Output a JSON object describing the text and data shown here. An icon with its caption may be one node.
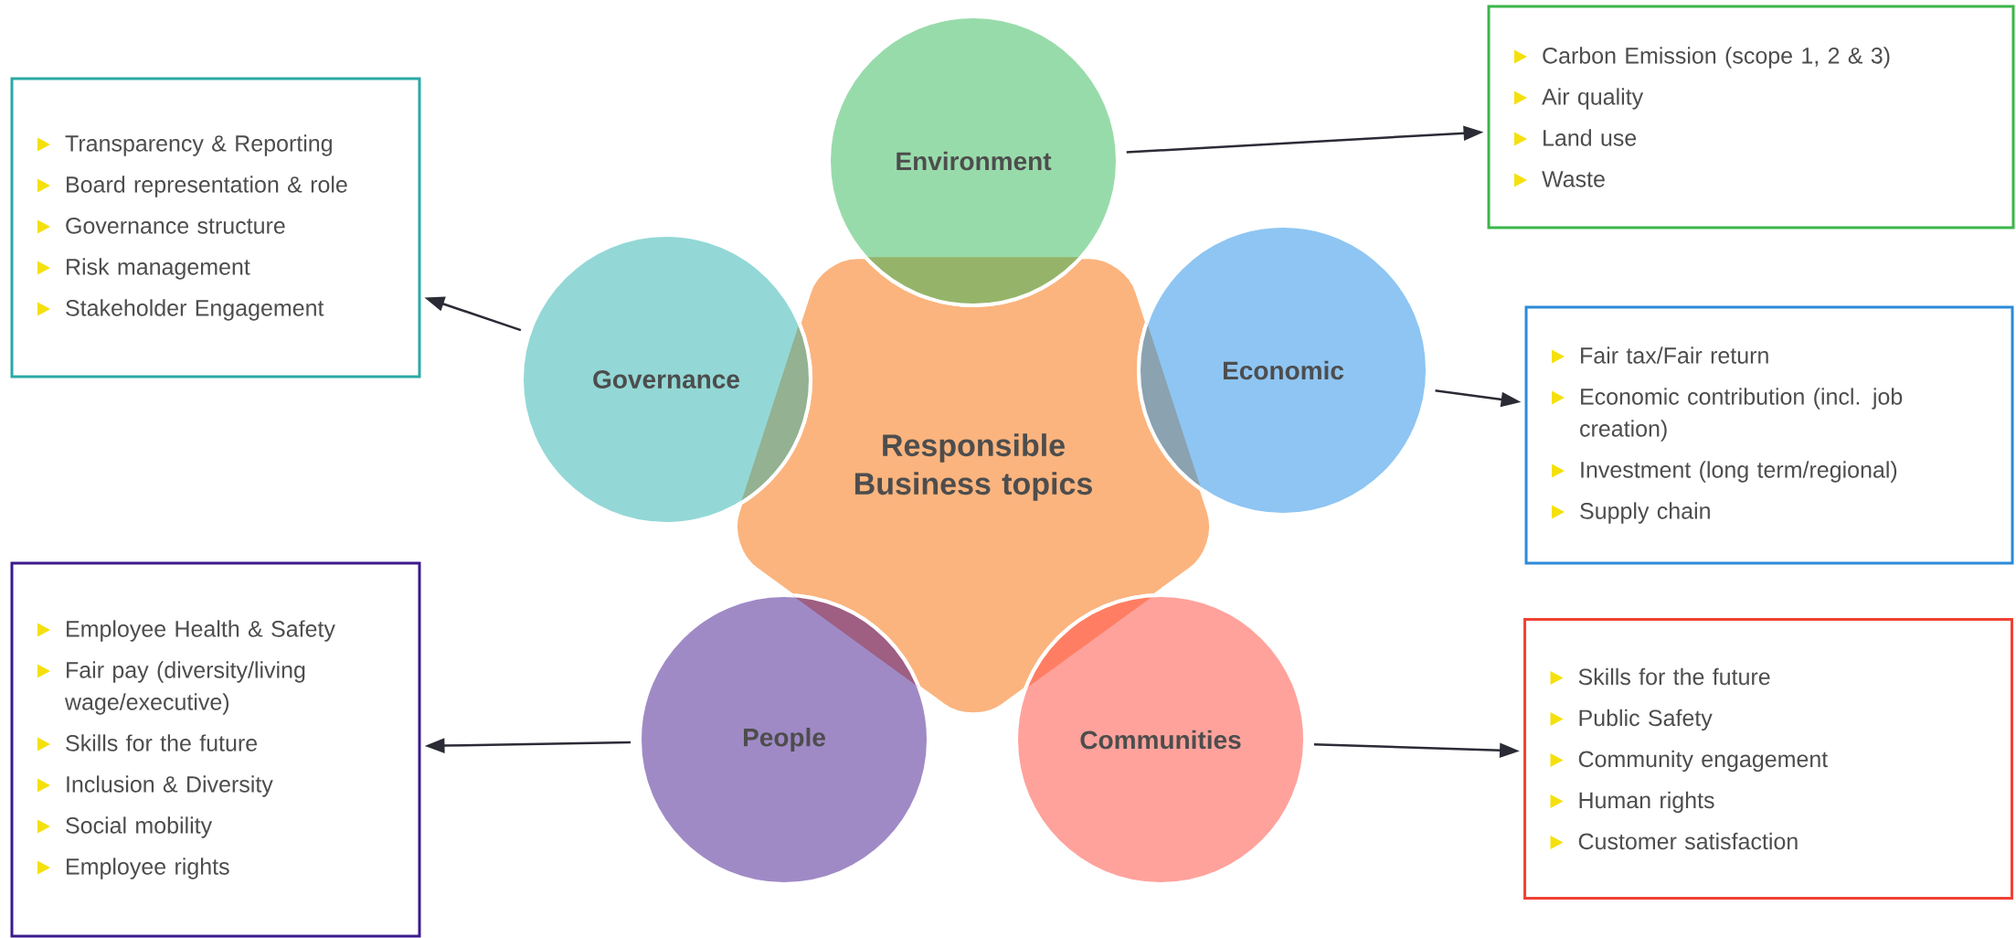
{
  "diagram": {
    "nodes": [
      {
        "text": [
          "Responsible Business topics"
        ]
      },
      {
        "text": [
          "Environment"
        ]
      },
      {
        "text": [
          "Economic"
        ]
      },
      {
        "text": [
          "Communities"
        ]
      },
      {
        "text": [
          "People"
        ]
      },
      {
        "text": [
          "Governance"
        ]
      },
      {
        "text": [
          "Carbon Emission (scope 1, 2 & 3)",
          "Air quality",
          "Land use",
          "Waste"
        ]
      },
      {
        "text": [
          "Fair tax/Fair return",
          "Economic contribution (incl. job creation)",
          "Investment (long term/regional)",
          "Supply chain"
        ]
      },
      {
        "text": [
          "Skills for the future",
          "Public Safety",
          "Community engagement",
          "Human rights",
          "Customer satisfaction"
        ]
      },
      {
        "text": [
          "Employee Health & Safety",
          "Fair pay (diversity/living wage/executive)",
          "Skills for the future",
          "Inclusion & Diversity",
          "Social mobility",
          "Employee rights"
        ]
      },
      {
        "text": [
          "Transparency & Reporting",
          "Board representation & role",
          "Governance structure",
          "Risk management",
          "Stakeholder Engagement"
        ]
      }
    ],
    "edges": [
      {
        "from": 1,
        "to": 6,
        "arrow": "to"
      },
      {
        "from": 2,
        "to": 7,
        "arrow": "to"
      },
      {
        "from": 3,
        "to": 8,
        "arrow": "to"
      },
      {
        "from": 4,
        "to": 9,
        "arrow": "to"
      },
      {
        "from": 5,
        "to": 10,
        "arrow": "to"
      }
    ]
  }
}
